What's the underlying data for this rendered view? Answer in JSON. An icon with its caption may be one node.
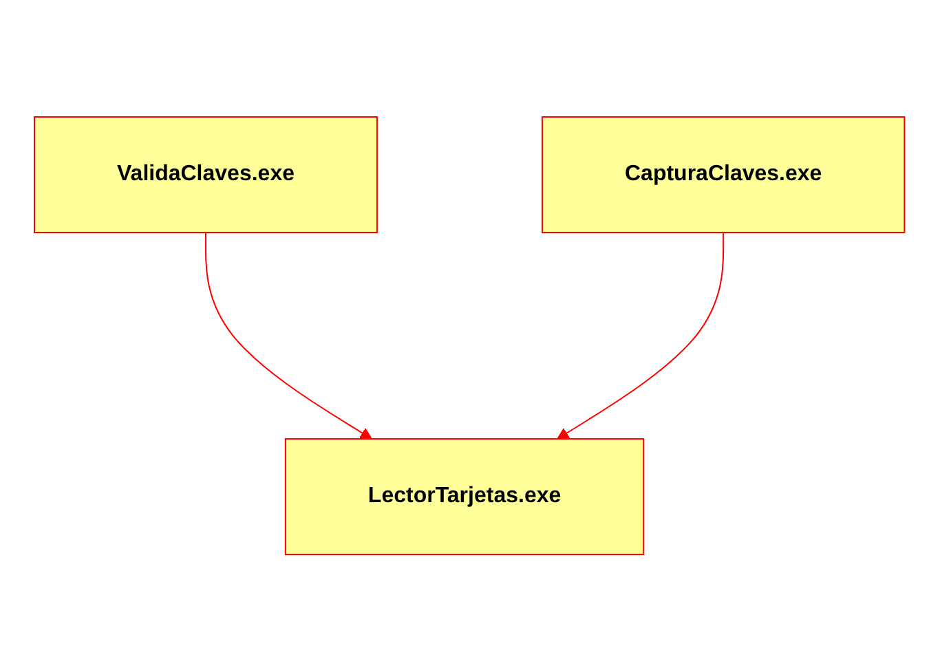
{
  "diagram": {
    "nodes": [
      {
        "text": [
          "ValidaClaves.exe"
        ]
      },
      {
        "text": [
          "LectorTarjetas.exe"
        ]
      },
      {
        "text": [
          "CapturaClaves.exe"
        ]
      }
    ],
    "edges": [
      {
        "from": 0,
        "to": 1,
        "arrow": "to"
      },
      {
        "from": 2,
        "to": 1,
        "arrow": "to"
      }
    ]
  }
}
